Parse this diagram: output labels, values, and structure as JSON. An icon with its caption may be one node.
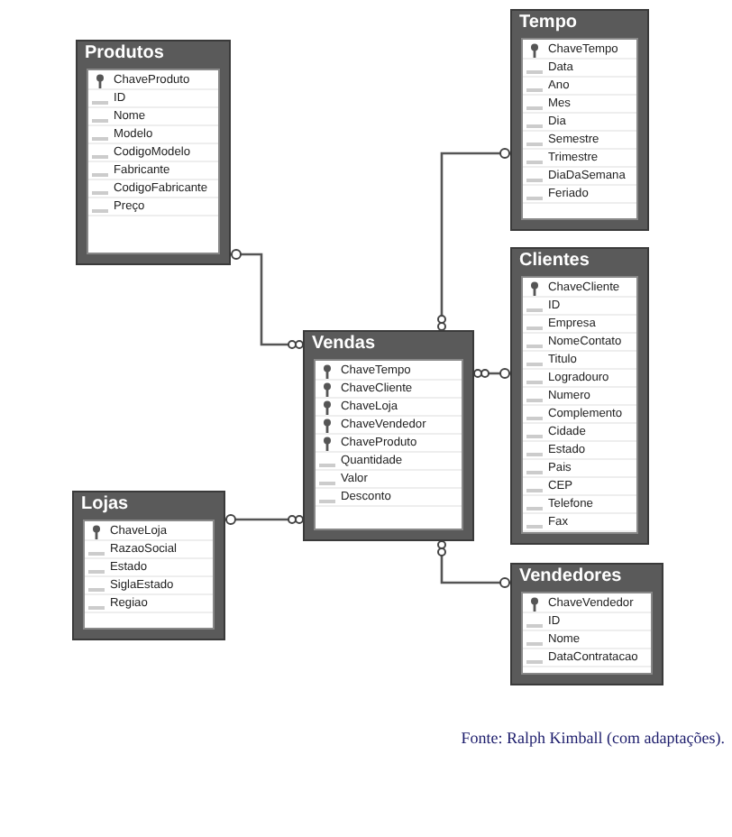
{
  "diagram": {
    "caption": "Fonte: Ralph Kimball (com adaptações).",
    "nodes": [
      {
        "text": [
          "Produtos",
          "ChaveProduto",
          "ID",
          "Nome",
          "Modelo",
          "CodigoModelo",
          "Fabricante",
          "CodigoFabricante",
          "Preço"
        ]
      },
      {
        "text": [
          "Tempo",
          "ChaveTempo",
          "Data",
          "Ano",
          "Mes",
          "Dia",
          "Semestre",
          "Trimestre",
          "DiaDaSemana",
          "Feriado"
        ]
      },
      {
        "text": [
          "Clientes",
          "ChaveCliente",
          "ID",
          "Empresa",
          "NomeContato",
          "Titulo",
          "Logradouro",
          "Numero",
          "Complemento",
          "Cidade",
          "Estado",
          "Pais",
          "CEP",
          "Telefone",
          "Fax"
        ]
      },
      {
        "text": [
          "Vendas",
          "ChaveTempo",
          "ChaveCliente",
          "ChaveLoja",
          "ChaveVendedor",
          "ChaveProduto",
          "Quantidade",
          "Valor",
          "Desconto"
        ]
      },
      {
        "text": [
          "Lojas",
          "ChaveLoja",
          "RazaoSocial",
          "Estado",
          "SiglaEstado",
          "Regiao"
        ]
      },
      {
        "text": [
          "Vendedores",
          "ChaveVendedor",
          "ID",
          "Nome",
          "DataContratacao"
        ]
      }
    ],
    "edges": [
      {
        "from": 0,
        "to": 3,
        "arrow": "other"
      },
      {
        "from": 1,
        "to": 3,
        "arrow": "other"
      },
      {
        "from": 2,
        "to": 3,
        "arrow": "other"
      },
      {
        "from": 4,
        "to": 3,
        "arrow": "other"
      },
      {
        "from": 5,
        "to": 3,
        "arrow": "other"
      }
    ]
  }
}
